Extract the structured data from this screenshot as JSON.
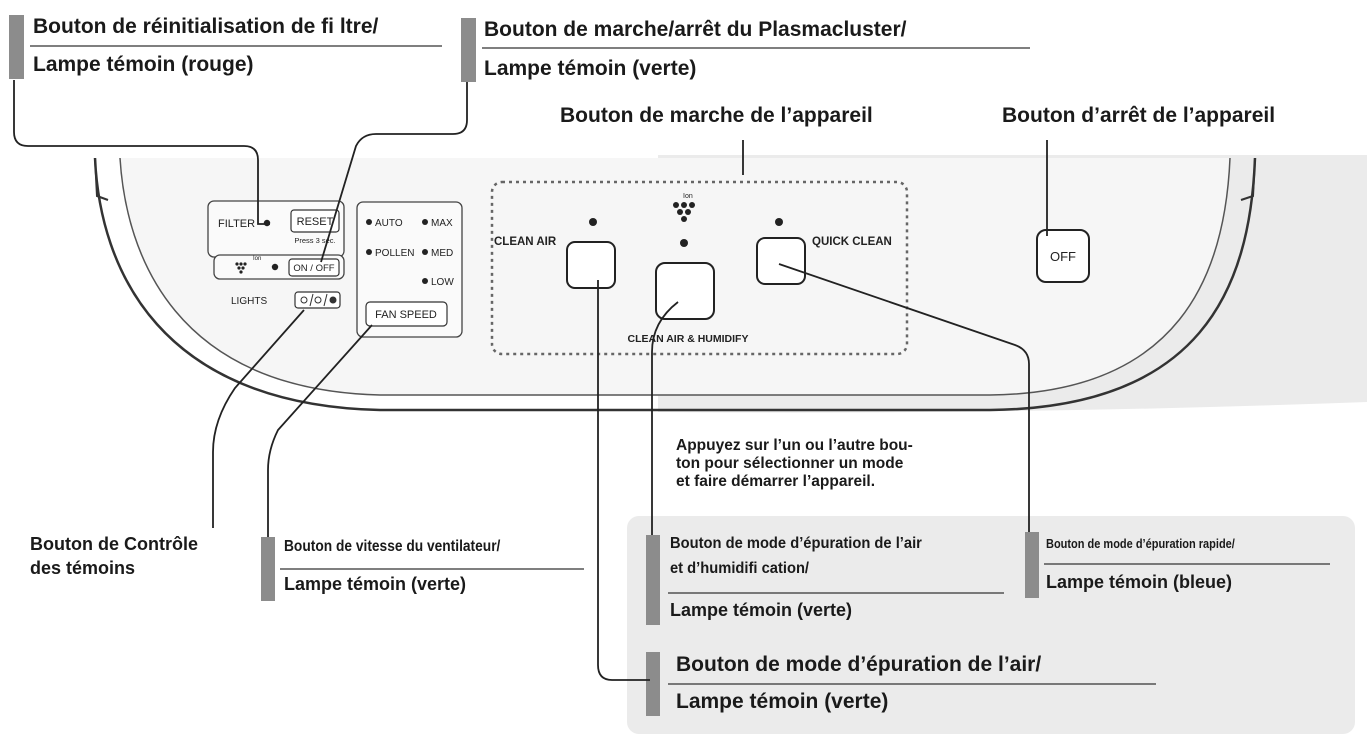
{
  "callouts": {
    "filter_reset": {
      "line1": "Bouton de réinitialisation de fi ltre/",
      "line2": "Lampe témoin (rouge)"
    },
    "plasmacluster": {
      "line1": "Bouton de marche/arrêt du Plasmacluster/",
      "line2": "Lampe témoin (verte)"
    },
    "power_on": "Bouton de marche de l’appareil",
    "power_off": "Bouton d’arrêt de l’appareil",
    "light_control": {
      "line1": "Bouton de Contrôle",
      "line2": "des témoins"
    },
    "fan_speed": {
      "line1": "Bouton de vitesse du ventilateur/",
      "line2": "Lampe témoin (verte)"
    },
    "note": "Appuyez sur l’un ou l’autre bou-\nton pour sélectionner un mode\net faire démarrer l’appareil.",
    "clean_air_humidify": {
      "line1": "Bouton de mode d’épuration de l’air",
      "line1b": "et d’humidifi cation/",
      "line2": "Lampe témoin (verte)"
    },
    "quick_clean": {
      "line1": "Bouton de mode d’épuration rapide/",
      "line2": "Lampe témoin (bleue)"
    },
    "clean_air": {
      "line1": "Bouton de mode d’épuration de l’air/",
      "line2": "Lampe témoin (verte)"
    }
  },
  "panel": {
    "filter": "FILTER",
    "reset": "RESET",
    "press": "Press 3 sec.",
    "ion": "Ion",
    "on_off": "ON / OFF",
    "lights": "LIGHTS",
    "auto": "AUTO",
    "max": "MAX",
    "pollen": "POLLEN",
    "med": "MED",
    "low": "LOW",
    "fan_speed": "FAN SPEED",
    "clean_air": "CLEAN AIR",
    "quick_clean": "QUICK CLEAN",
    "clean_air_humidify": "CLEAN AIR & HUMIDIFY",
    "off": "OFF"
  }
}
